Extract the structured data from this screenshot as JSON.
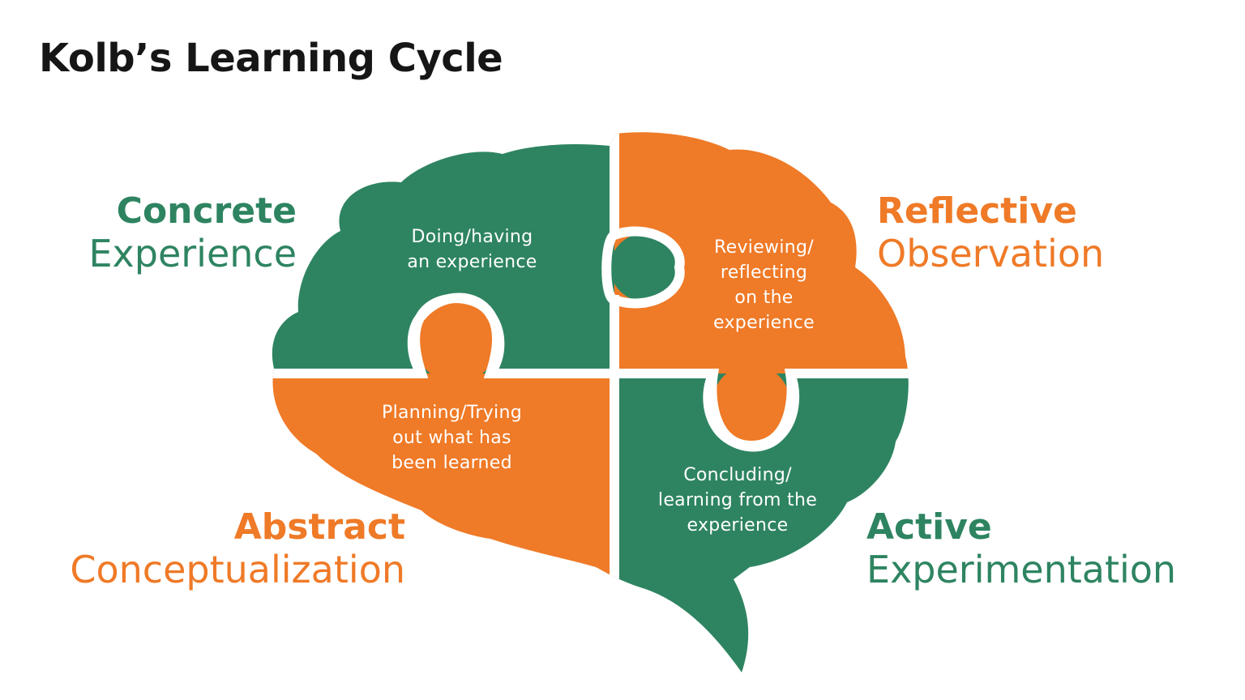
{
  "title": "Kolb’s Learning Cycle",
  "colors": {
    "green": "#2e8461",
    "orange": "#ef7a27",
    "title": "#161616",
    "background": "#ffffff"
  },
  "stages": {
    "concrete": {
      "bold": "Concrete",
      "light": "Experience",
      "color": "#2e8461"
    },
    "reflective": {
      "bold": "Reflective",
      "light": "Observation",
      "color": "#ef7a27"
    },
    "abstract": {
      "bold": "Abstract",
      "light": "Conceptualization",
      "color": "#ef7a27"
    },
    "active": {
      "bold": "Active",
      "light": "Experimentation",
      "color": "#2e8461"
    }
  },
  "pieces": {
    "top_left": "Doing/having\nan experience",
    "top_right": "Reviewing/\nreflecting\non the\nexperience",
    "bottom_left": "Planning/Trying\nout what has\nbeen learned",
    "bottom_right": "Concluding/\nlearning from the\nexperience"
  }
}
